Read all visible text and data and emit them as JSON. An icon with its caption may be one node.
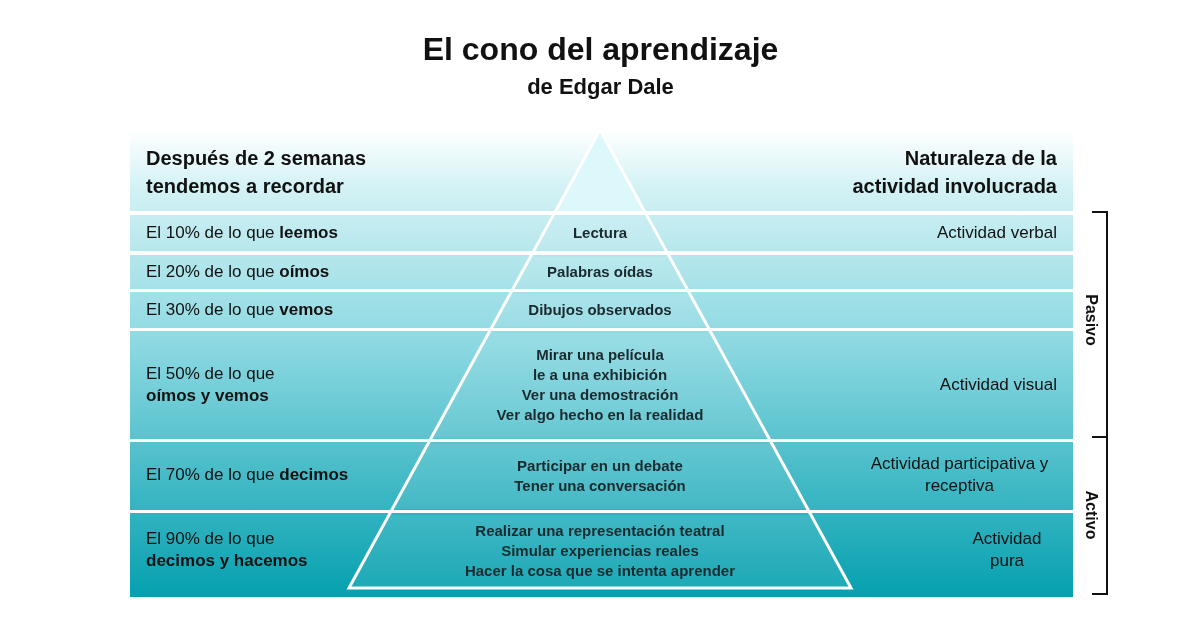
{
  "diagram": {
    "title": "El cono del aprendizaje",
    "nodes": [
      {
        "text": [
          "Lectura"
        ]
      },
      {
        "text": [
          "Palabras oídas"
        ]
      },
      {
        "text": [
          "Dibujos observados"
        ]
      },
      {
        "text": [
          "Mirar una película",
          "le a una exhibición",
          "Ver una demostración",
          "Ver algo hecho en la realidad"
        ]
      },
      {
        "text": [
          "Participar en un debate",
          "Tener una conversación"
        ]
      },
      {
        "text": [
          "Realizar una representación teatral",
          "Simular experiencias reales",
          "Hacer la cosa que se intenta aprender"
        ]
      }
    ],
    "edges": [],
    "labels": [
      "de Edgar Dale",
      "Después de 2 semanas tendemos a recordar",
      "Naturaleza de la actividad involucrada",
      "El 10% de lo que **leemos**",
      "Actividad verbal",
      "El 20% de lo que **oímos**",
      "El 30% de lo que **vemos**",
      "Pasivo",
      "El 50% de lo que **oímos y vemos**",
      "Actividad visual",
      "El 70% de lo que **decimos**",
      "Actividad participativa y receptiva",
      "El 90% de lo que **decimos y hacemos**",
      "Actividad pura",
      "Activo"
    ]
  }
}
